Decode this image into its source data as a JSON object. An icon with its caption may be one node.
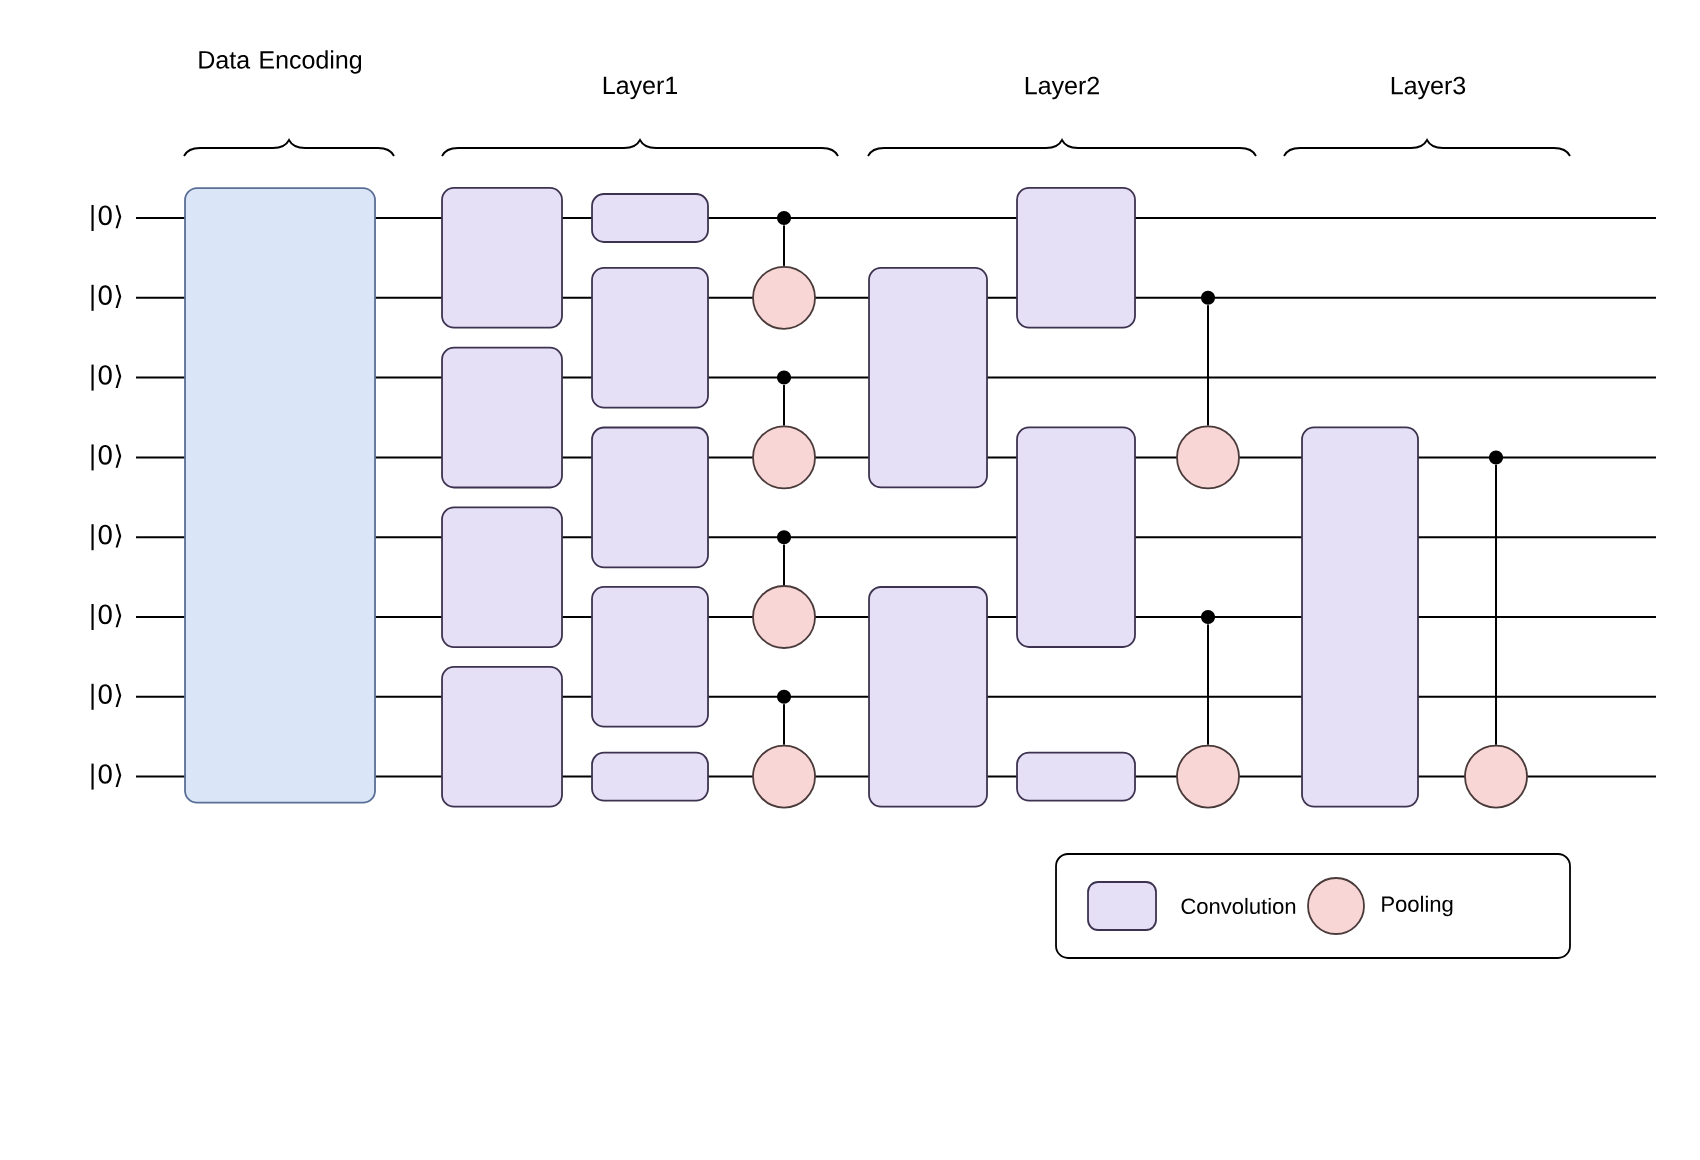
{
  "diagram": {
    "nodes": [
      {
        "text": [],
        "shape": "box"
      },
      {
        "text": [],
        "shape": "box"
      },
      {
        "text": [],
        "shape": "box"
      },
      {
        "text": [],
        "shape": "box"
      },
      {
        "text": [],
        "shape": "box"
      },
      {
        "text": [],
        "shape": "box"
      },
      {
        "text": [],
        "shape": "box"
      },
      {
        "text": [],
        "shape": "box"
      },
      {
        "text": [],
        "shape": "box"
      },
      {
        "text": [],
        "shape": "box"
      },
      {
        "text": [],
        "shape": "dot"
      },
      {
        "text": [],
        "shape": "circle"
      },
      {
        "text": [],
        "shape": "dot"
      },
      {
        "text": [],
        "shape": "circle"
      },
      {
        "text": [],
        "shape": "dot"
      },
      {
        "text": [],
        "shape": "circle"
      },
      {
        "text": [],
        "shape": "dot"
      },
      {
        "text": [],
        "shape": "circle"
      },
      {
        "text": [],
        "shape": "box"
      },
      {
        "text": [],
        "shape": "box"
      },
      {
        "text": [],
        "shape": "box"
      },
      {
        "text": [],
        "shape": "box"
      },
      {
        "text": [],
        "shape": "box"
      },
      {
        "text": [],
        "shape": "dot"
      },
      {
        "text": [],
        "shape": "circle"
      },
      {
        "text": [],
        "shape": "dot"
      },
      {
        "text": [],
        "shape": "circle"
      },
      {
        "text": [],
        "shape": "box"
      },
      {
        "text": [],
        "shape": "dot"
      },
      {
        "text": [],
        "shape": "circle"
      }
    ],
    "edges": [
      {
        "from": 10,
        "to": 11,
        "arrow": "none"
      },
      {
        "from": 12,
        "to": 13,
        "arrow": "none"
      },
      {
        "from": 14,
        "to": 15,
        "arrow": "none"
      },
      {
        "from": 16,
        "to": 17,
        "arrow": "none"
      },
      {
        "from": 23,
        "to": 24,
        "arrow": "none"
      },
      {
        "from": 25,
        "to": 26,
        "arrow": "none"
      },
      {
        "from": 28,
        "to": 29,
        "arrow": "none"
      }
    ],
    "labels": [
      "Data Encoding",
      "Layer1",
      "Layer2",
      "Layer3",
      "|0⟩",
      "|0⟩",
      "|0⟩",
      "|0⟩",
      "|0⟩",
      "|0⟩",
      "|0⟩",
      "|0⟩"
    ],
    "legend": [
      {
        "text": "Convolution",
        "color": "#e6e0f7"
      },
      {
        "text": "Pooling",
        "color": "#f9d6d6"
      }
    ]
  }
}
